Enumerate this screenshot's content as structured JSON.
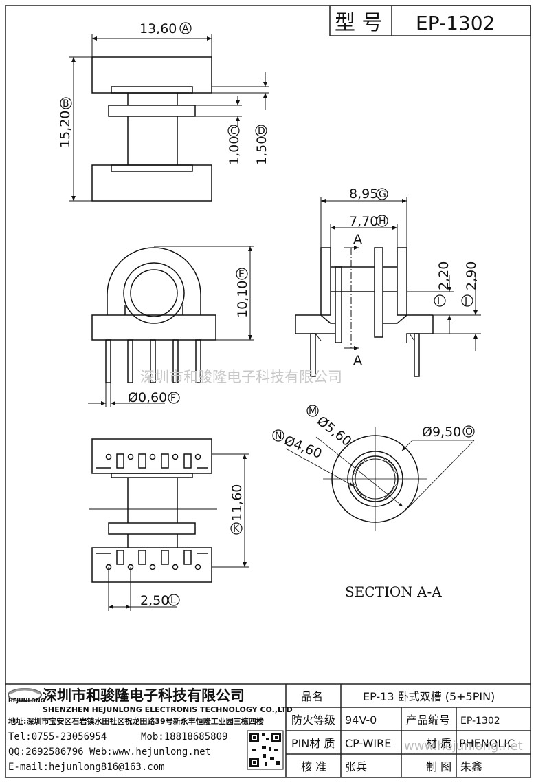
{
  "header": {
    "model_label": "型 号",
    "model_value": "EP-1302"
  },
  "dimensions": {
    "width_a": "13,60",
    "height_b": "15,20",
    "dim_c": "1,00",
    "dim_d": "1,50",
    "dim_e": "10,10",
    "pin_diameter_f": "Ø0,60",
    "dim_g": "8,95",
    "dim_h": "7,70",
    "dim_i": "2,20",
    "dim_j": "2,90",
    "dim_k": "11,60",
    "pitch_l": "2,50",
    "dia_m": "Ø5,60",
    "dia_n": "Ø4,60",
    "dia_o": "Ø9,50"
  },
  "callouts": [
    "A",
    "B",
    "C",
    "D",
    "E",
    "F",
    "G",
    "H",
    "I",
    "J",
    "K",
    "L",
    "M",
    "N",
    "O"
  ],
  "section": {
    "mark": "A",
    "label": "SECTION A-A"
  },
  "watermark_top": "深圳市和骏隆电子科技有限公司",
  "watermark_bottom": "www.hejunlong.net",
  "company": {
    "logo_text": "HEJUNLONG",
    "name_cn": "深圳市和骏隆电子科技有限公司",
    "name_en": "SHENZHEN HEJUNLONG ELECTRONIS TECHNOLOGY CO.,LTD",
    "address": "地址:深圳市宝安区石岩镇水田社区祝龙田路39号新永丰恒隆工业园三栋四楼",
    "tel": "Tel:0755-23056954",
    "mob": "Mob:18818685809",
    "qq_web": "QQ:2692586796 Web:www.hejunlong.net",
    "email": "E-mail:hejunlong816@163.com"
  },
  "title_block": {
    "name_label": "品名",
    "name_value": "EP-13 卧式双槽 (5+5PIN)",
    "fire_label": "防火等级",
    "fire_value": "94V-0",
    "code_label": "产品编号",
    "code_value": "EP-1302",
    "pin_label": "PIN材 质",
    "pin_value": "CP-WIRE",
    "mat_label": "材 质",
    "mat_value": "PHENOLIC",
    "check_label": "核 准",
    "check_value": "张兵",
    "draw_label": "制 图",
    "draw_value": "朱鑫"
  }
}
